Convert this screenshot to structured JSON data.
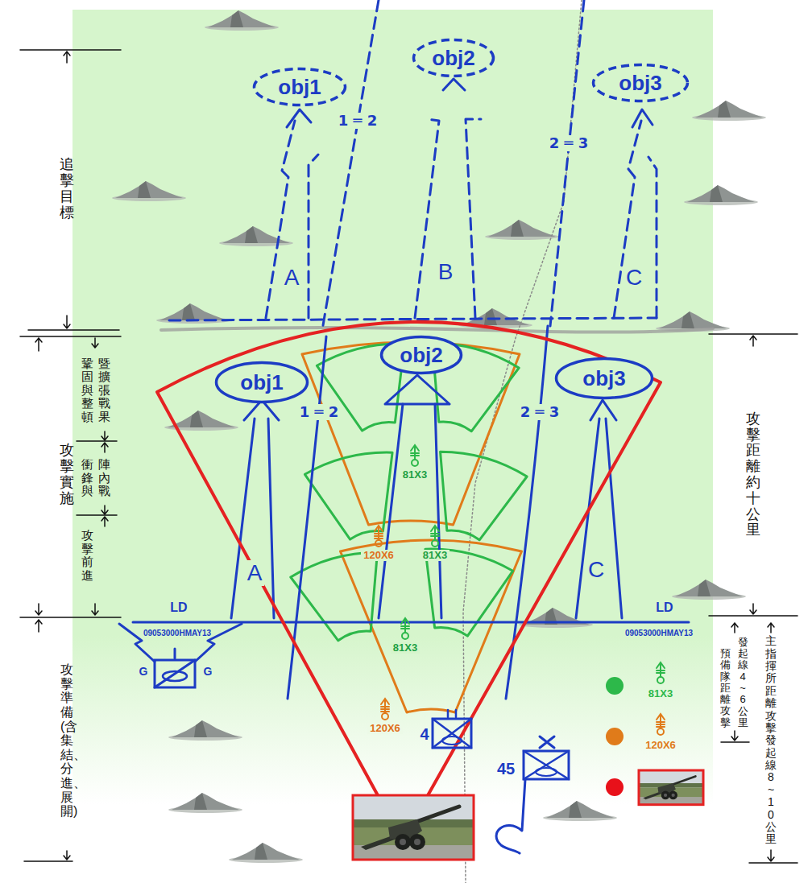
{
  "diagram": {
    "nodes": [
      {
        "text": [
          "obj1"
        ]
      },
      {
        "text": [
          "obj2"
        ]
      },
      {
        "text": [
          "obj3"
        ]
      },
      {
        "text": [
          "obj1"
        ]
      },
      {
        "text": [
          "obj2"
        ]
      },
      {
        "text": [
          "obj3"
        ]
      }
    ],
    "labels": [
      "追擊目標",
      "1 ═ 2",
      "2 ═ 3",
      "A",
      "B",
      "C",
      "攻擊實施",
      "鞏固與整頓",
      "暨擴張戰果",
      "攻擊距離約十公里",
      "1 ═ 2",
      "2 ═ 3",
      "81X3",
      "衝鋒與",
      "陣內戰",
      "攻擊前進",
      "120X6",
      "81X3",
      "A",
      "C",
      "LD",
      "LD",
      "09053000HMAY13",
      "09053000HMAY13",
      "81X3",
      "攻擊準備(含集結、分進、展開)",
      "預備隊距離攻擊",
      "發起線4~6公里",
      "主指揮所距離攻擊發起線8~10公里",
      "G",
      "G",
      "120X6",
      "4",
      "45"
    ],
    "legend": [
      {
        "text": "81X3",
        "color": "#2db84a"
      },
      {
        "text": "120X6",
        "color": "#e07b1a"
      }
    ]
  }
}
